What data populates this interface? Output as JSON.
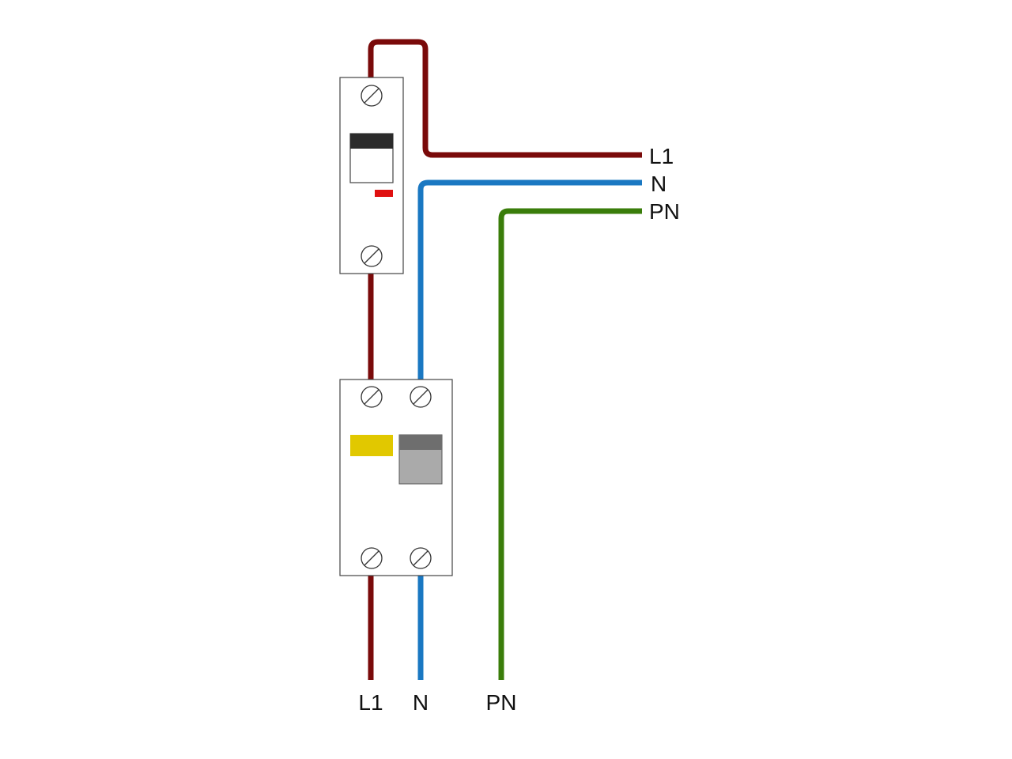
{
  "colors": {
    "background": "#ffffff",
    "phase_wire": "#7a0a0a",
    "neutral_wire": "#1a78c2",
    "pen_wire": "#3a7d0a",
    "device_body": "#ffffff",
    "device_outline": "#444444",
    "mcb_handle_top": "#2b2b2b",
    "mcb_indicator": "#e01010",
    "rcd_test_button": "#e1c800",
    "rcd_handle_top": "#6e6e6e",
    "rcd_handle_body": "#aaaaaa"
  },
  "devices": [
    {
      "id": "circuit-breaker",
      "icon": "single-pole-circuit-breaker-icon"
    },
    {
      "id": "rcd",
      "icon": "two-pole-rcd-icon"
    }
  ],
  "labels": {
    "right_L1": "L1",
    "right_N": "N",
    "right_PN": "PN",
    "bottom_L1": "L1",
    "bottom_N": "N",
    "bottom_PN": "PN"
  }
}
